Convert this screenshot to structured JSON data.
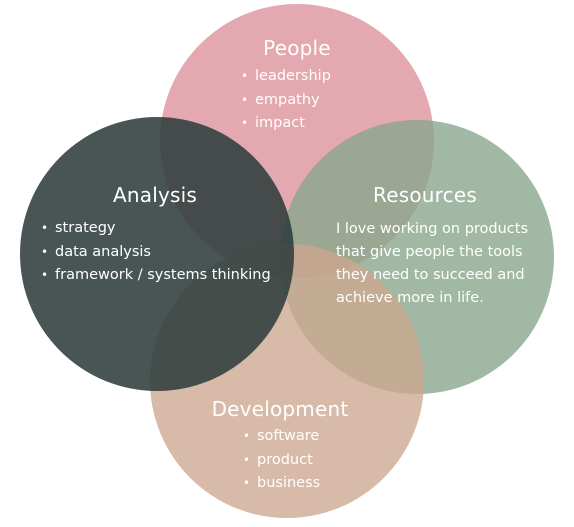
{
  "diagram": {
    "people": {
      "title": "People",
      "items": [
        "leadership",
        "empathy",
        "impact"
      ],
      "color": "#dc8f9b"
    },
    "analysis": {
      "title": "Analysis",
      "items": [
        "strategy",
        "data analysis",
        "framework / systems thinking"
      ],
      "color": "#2f3e3c"
    },
    "resources": {
      "title": "Resources",
      "lines": [
        "I love working on products",
        "that give people the tools",
        "they need to succeed and",
        "achieve more in life."
      ],
      "color": "#86a58a"
    },
    "development": {
      "title": "Development",
      "items": [
        "software",
        "product",
        "business"
      ],
      "color": "#cda68f"
    }
  }
}
